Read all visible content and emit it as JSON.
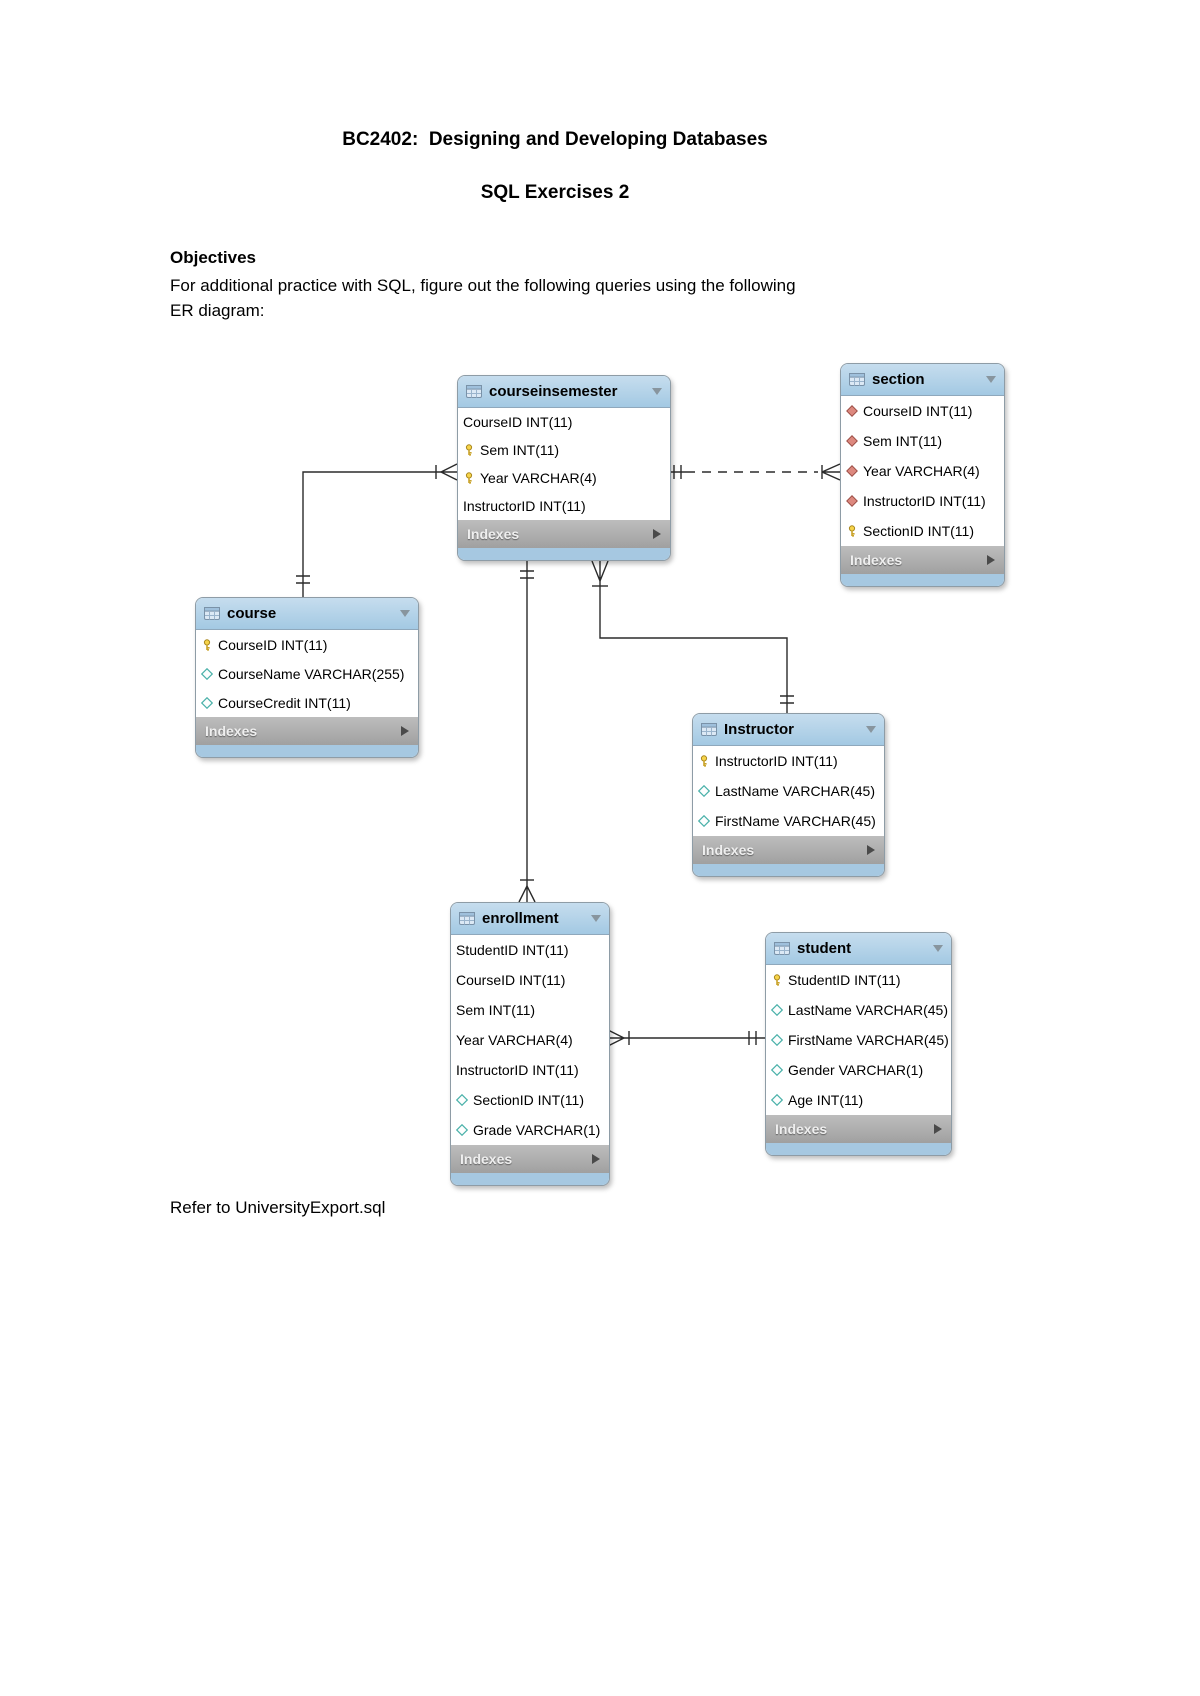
{
  "document": {
    "title": "BC2402:  Designing and Developing Databases",
    "subtitle": "SQL Exercises 2",
    "objectives_heading": "Objectives",
    "objectives_line1": "For additional practice with SQL, figure out the following queries using the following",
    "objectives_line2": "ER diagram:",
    "footer_note": "Refer to UniversityExport.sql"
  },
  "colors": {
    "table_header_blue": "#a3c9e3",
    "table_footer_gray": "#ababab",
    "table_bottom_strip_blue": "#a6c8e1",
    "primary_key_gold": "#f2cd3e",
    "fk_diamond_red": "#dd897f",
    "nullable_diamond_teal": "#4ab1a9",
    "relationship_line": "#2b2b2b"
  },
  "diagram": {
    "tables": [
      {
        "name": "courseinsemester",
        "footer": "Indexes",
        "columns": [
          {
            "icon": "none",
            "label": "CourseID INT(11)"
          },
          {
            "icon": "primary-key",
            "label": "Sem INT(11)"
          },
          {
            "icon": "primary-key",
            "label": "Year VARCHAR(4)"
          },
          {
            "icon": "none",
            "label": "InstructorID INT(11)"
          }
        ]
      },
      {
        "name": "section",
        "footer": "Indexes",
        "columns": [
          {
            "icon": "foreign-key",
            "label": "CourseID INT(11)"
          },
          {
            "icon": "foreign-key",
            "label": "Sem INT(11)"
          },
          {
            "icon": "foreign-key",
            "label": "Year VARCHAR(4)"
          },
          {
            "icon": "foreign-key",
            "label": "InstructorID INT(11)"
          },
          {
            "icon": "primary-key",
            "label": "SectionID INT(11)"
          }
        ]
      },
      {
        "name": "course",
        "footer": "Indexes",
        "columns": [
          {
            "icon": "primary-key",
            "label": "CourseID INT(11)"
          },
          {
            "icon": "nullable",
            "label": "CourseName VARCHAR(255)"
          },
          {
            "icon": "nullable",
            "label": "CourseCredit INT(11)"
          }
        ]
      },
      {
        "name": "Instructor",
        "footer": "Indexes",
        "columns": [
          {
            "icon": "primary-key",
            "label": "InstructorID INT(11)"
          },
          {
            "icon": "nullable",
            "label": "LastName VARCHAR(45)"
          },
          {
            "icon": "nullable",
            "label": "FirstName VARCHAR(45)"
          }
        ]
      },
      {
        "name": "enrollment",
        "footer": "Indexes",
        "columns": [
          {
            "icon": "none",
            "label": "StudentID INT(11)"
          },
          {
            "icon": "none",
            "label": "CourseID INT(11)"
          },
          {
            "icon": "none",
            "label": "Sem INT(11)"
          },
          {
            "icon": "none",
            "label": "Year VARCHAR(4)"
          },
          {
            "icon": "none",
            "label": "InstructorID INT(11)"
          },
          {
            "icon": "nullable",
            "label": "SectionID INT(11)"
          },
          {
            "icon": "nullable",
            "label": "Grade VARCHAR(1)"
          }
        ]
      },
      {
        "name": "student",
        "footer": "Indexes",
        "columns": [
          {
            "icon": "primary-key",
            "label": "StudentID INT(11)"
          },
          {
            "icon": "nullable",
            "label": "LastName VARCHAR(45)"
          },
          {
            "icon": "nullable",
            "label": "FirstName VARCHAR(45)"
          },
          {
            "icon": "nullable",
            "label": "Gender VARCHAR(1)"
          },
          {
            "icon": "nullable",
            "label": "Age INT(11)"
          }
        ]
      }
    ],
    "relationships": [
      {
        "one_side": "course",
        "many_side": "courseinsemester",
        "line": "solid"
      },
      {
        "one_side": "courseinsemester",
        "many_side": "section",
        "line": "dashed"
      },
      {
        "one_side": "instructor",
        "many_side": "courseinsemester",
        "line": "solid"
      },
      {
        "one_side": "courseinsemester",
        "many_side": "enrollment",
        "line": "solid"
      },
      {
        "one_side": "student",
        "many_side": "enrollment",
        "line": "solid"
      }
    ]
  }
}
